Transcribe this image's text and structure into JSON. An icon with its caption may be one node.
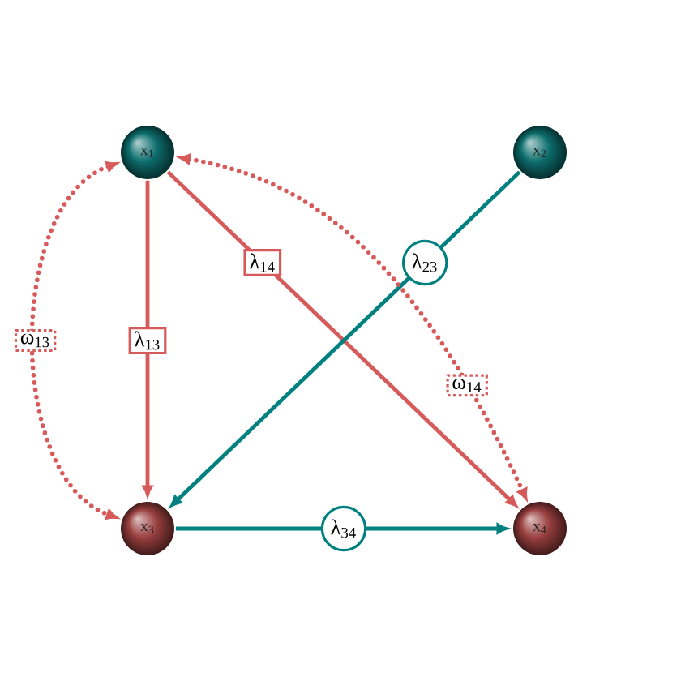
{
  "diagram": {
    "nodes": [
      {
        "text": [
          "x$_{1}$"
        ]
      },
      {
        "text": [
          "x$_{2}$"
        ]
      },
      {
        "text": [
          "x$_{3}$"
        ]
      },
      {
        "text": [
          "x$_{4}$"
        ]
      }
    ],
    "edges": [
      {
        "from": 0,
        "to": 2,
        "arrow": "to",
        "label": "λ$_{13}$"
      },
      {
        "from": 0,
        "to": 3,
        "arrow": "to",
        "label": "λ$_{14}$"
      },
      {
        "from": 1,
        "to": 2,
        "arrow": "to",
        "label": "λ$_{23}$",
        "color": "#00807f"
      },
      {
        "from": 2,
        "to": 3,
        "arrow": "to",
        "label": "λ$_{34}$",
        "color": "#00807f"
      },
      {
        "from": 0,
        "to": 2,
        "arrow": "both",
        "label": "ω$_{13}$",
        "style": "dashed"
      },
      {
        "from": 0,
        "to": 3,
        "arrow": "both",
        "label": "ω$_{14}$",
        "style": "dashed"
      }
    ]
  }
}
